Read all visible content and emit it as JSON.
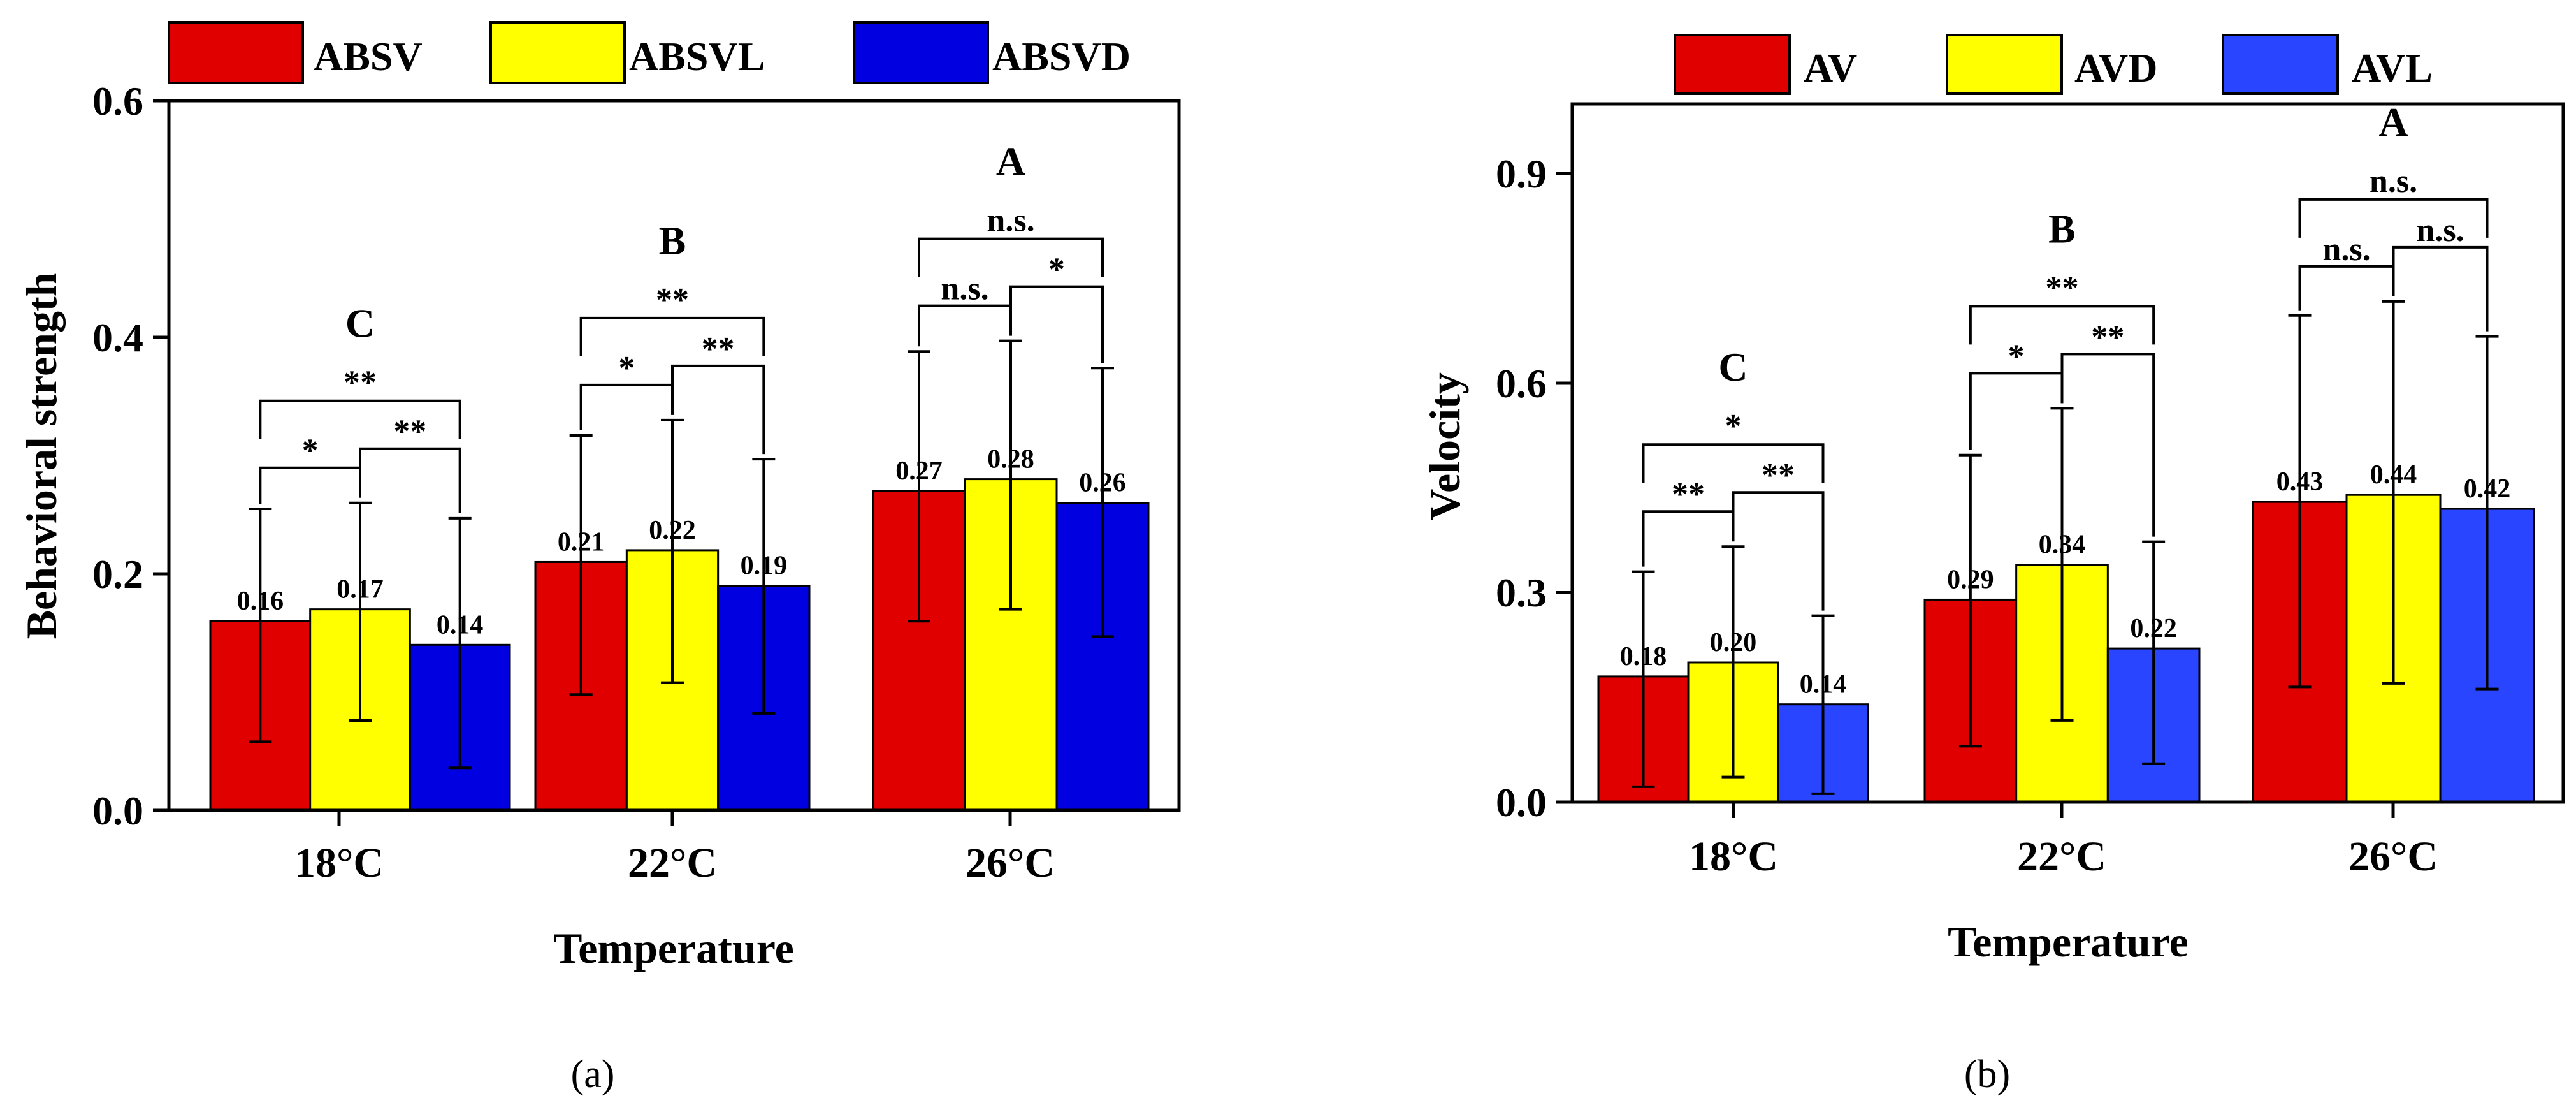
{
  "chart_data": [
    {
      "type": "bar",
      "panel_label": "(a)",
      "xlabel": "Temperature",
      "ylabel": "Behavioral strength",
      "ylim": [
        0,
        0.6
      ],
      "yticks": [
        "0.0",
        "0.2",
        "0.4",
        "0.6"
      ],
      "categories": [
        "18°C",
        "22°C",
        "26°C"
      ],
      "series": [
        {
          "name": "ABSV",
          "color": "#e00000",
          "values": [
            0.16,
            0.21,
            0.27
          ],
          "value_labels": [
            "0.16",
            "0.21",
            "0.27"
          ],
          "err_low": [
            0.058,
            0.098,
            0.16
          ],
          "err_high": [
            0.255,
            0.317,
            0.388
          ]
        },
        {
          "name": "ABSVL",
          "color": "#ffff00",
          "values": [
            0.17,
            0.22,
            0.28
          ],
          "value_labels": [
            "0.17",
            "0.22",
            "0.28"
          ],
          "err_low": [
            0.076,
            0.108,
            0.17
          ],
          "err_high": [
            0.26,
            0.33,
            0.397
          ]
        },
        {
          "name": "ABSVD",
          "color": "#0000e0",
          "values": [
            0.14,
            0.19,
            0.26
          ],
          "value_labels": [
            "0.14",
            "0.19",
            "0.26"
          ],
          "err_low": [
            0.036,
            0.082,
            0.147
          ],
          "err_high": [
            0.247,
            0.297,
            0.374
          ]
        }
      ],
      "group_letters": [
        "C",
        "B",
        "A"
      ],
      "significance": [
        {
          "group": 0,
          "pairs": [
            [
              "*",
              "**"
            ],
            "**"
          ]
        },
        {
          "group": 1,
          "pairs": [
            [
              "*",
              "**"
            ],
            "**"
          ]
        },
        {
          "group": 2,
          "pairs": [
            [
              "n.s.",
              "*"
            ],
            "n.s."
          ]
        }
      ],
      "legend_position": "top"
    },
    {
      "type": "bar",
      "panel_label": "(b)",
      "xlabel": "Temperature",
      "ylabel": "Velocity",
      "ylim": [
        0,
        1.0
      ],
      "yticks": [
        "0.0",
        "0.3",
        "0.6",
        "0.9"
      ],
      "categories": [
        "18°C",
        "22°C",
        "26°C"
      ],
      "series": [
        {
          "name": "AV",
          "color": "#e00000",
          "values": [
            0.18,
            0.29,
            0.43
          ],
          "value_labels": [
            "0.18",
            "0.29",
            "0.43"
          ],
          "err_low": [
            0.022,
            0.08,
            0.165
          ],
          "err_high": [
            0.33,
            0.497,
            0.697
          ]
        },
        {
          "name": "AVD",
          "color": "#ffff00",
          "values": [
            0.2,
            0.34,
            0.44
          ],
          "value_labels": [
            "0.20",
            "0.34",
            "0.44"
          ],
          "err_low": [
            0.036,
            0.117,
            0.17
          ],
          "err_high": [
            0.366,
            0.564,
            0.717
          ]
        },
        {
          "name": "AVL",
          "color": "#2a45ff",
          "values": [
            0.14,
            0.22,
            0.42
          ],
          "value_labels": [
            "0.14",
            "0.22",
            "0.42"
          ],
          "err_low": [
            0.012,
            0.055,
            0.162
          ],
          "err_high": [
            0.267,
            0.373,
            0.667
          ]
        }
      ],
      "group_letters": [
        "C",
        "B",
        "A"
      ],
      "significance": [
        {
          "group": 0,
          "pairs": [
            [
              "**",
              "**"
            ],
            "*"
          ]
        },
        {
          "group": 1,
          "pairs": [
            [
              "*",
              "**"
            ],
            "**"
          ]
        },
        {
          "group": 2,
          "pairs": [
            [
              "n.s.",
              "n.s."
            ],
            "n.s."
          ]
        }
      ],
      "legend_position": "top"
    }
  ]
}
